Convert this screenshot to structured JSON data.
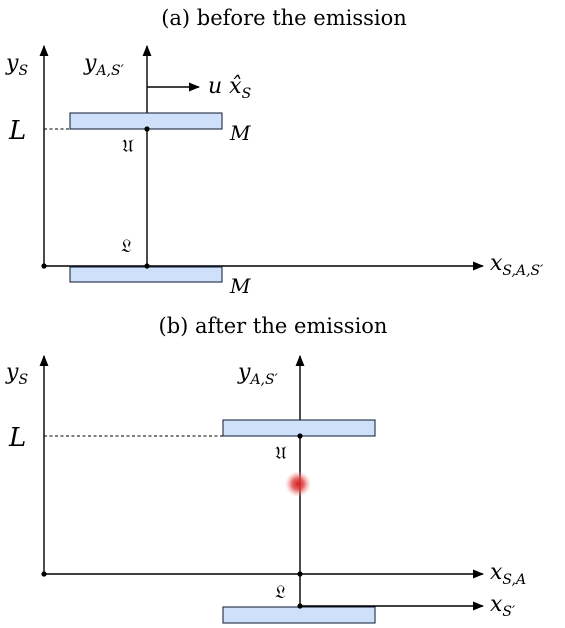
{
  "panel_a": {
    "caption": "(a) before the emission",
    "y_s": "y",
    "y_s_sub": "S",
    "y_a": "y",
    "y_a_sub": "A,S′",
    "velocity": "u x̂",
    "velocity_sub": "S",
    "L": "L",
    "upper_point": "𝔘",
    "lower_point": "𝔏",
    "mass_top": "M",
    "mass_bottom": "M",
    "x_axis": "x",
    "x_axis_sub": "S,A,S′"
  },
  "panel_b": {
    "caption": "(b) after the emission",
    "y_s": "y",
    "y_s_sub": "S",
    "y_a": "y",
    "y_a_sub": "A,S′",
    "L": "L",
    "upper_point": "𝔘",
    "lower_point": "𝔏",
    "x_axis_sa": "x",
    "x_axis_sa_sub": "S,A",
    "x_axis_s_prime": "x",
    "x_axis_s_prime_sub": "S′"
  },
  "colors": {
    "plate_fill": "#cfe0fb",
    "plate_stroke": "#1f2a44",
    "emission": "#d42020"
  }
}
